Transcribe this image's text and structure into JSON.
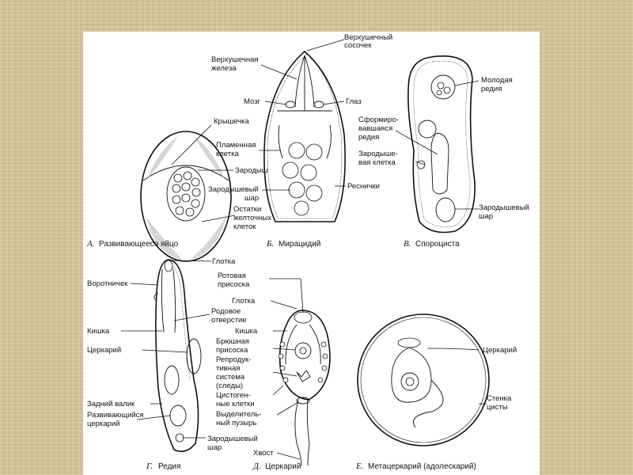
{
  "panels": {
    "a": {
      "letter": "А.",
      "caption": "Развивающееся яйцо",
      "labels": {
        "cap_lid": "Крышечка",
        "embryo": "Зародыш",
        "yolk_1": "Остатки",
        "yolk_2": "желточных",
        "yolk_3": "клеток"
      }
    },
    "b": {
      "letter": "Б.",
      "caption": "Мирацидий",
      "labels": {
        "papilla_1": "Верхушечный",
        "papilla_2": "сосочек",
        "gland_1": "Верхушечная",
        "gland_2": "железа",
        "brain": "Мозг",
        "eye": "Глаз",
        "flame_1": "Пламенная",
        "flame_2": "клетка",
        "germball_1": "Зародышевый",
        "germball_2": "шар",
        "cilia": "Реснички"
      }
    },
    "v": {
      "letter": "В.",
      "caption": "Спороциста",
      "labels": {
        "young_1": "Молодая",
        "young_2": "редия",
        "formed_1": "Сформиро-",
        "formed_2": "вавшаяся",
        "formed_3": "редия",
        "germcell_1": "Зародыше-",
        "germcell_2": "вая клетка",
        "germball_1": "Зародышевый",
        "germball_2": "шар"
      }
    },
    "g": {
      "letter": "Г.",
      "caption": "Редия",
      "labels": {
        "pharynx": "Глотка",
        "collar": "Воротничек",
        "birth_1": "Родовое",
        "birth_2": "отверстие",
        "gut": "Кишка",
        "cercaria": "Церкарий",
        "rear_ridge": "Задний валик",
        "dev_1": "Развивающийся",
        "dev_2": "церкарий",
        "germball_1": "Зародышевый",
        "germball_2": "шар"
      }
    },
    "d": {
      "letter": "Д.",
      "caption": "Церкарий",
      "labels": {
        "oral_1": "Ротовая",
        "oral_2": "присоска",
        "pharynx": "Глотка",
        "gut": "Кишка",
        "ventral_1": "Брюшная",
        "ventral_2": "присоска",
        "repro_1": "Репродук-",
        "repro_2": "тивная",
        "repro_3": "система",
        "repro_4": "(следы)",
        "cysto_1": "Цистоген-",
        "cysto_2": "ные клетки",
        "excr_1": "Выделитель-",
        "excr_2": "ный пузырь",
        "tail": "Хвост"
      }
    },
    "e": {
      "letter": "Е.",
      "caption": "Метацеркарий (адолескарий)",
      "labels": {
        "cercaria": "Церкарий",
        "wall_1": "Стенка",
        "wall_2": "цисты"
      }
    }
  }
}
